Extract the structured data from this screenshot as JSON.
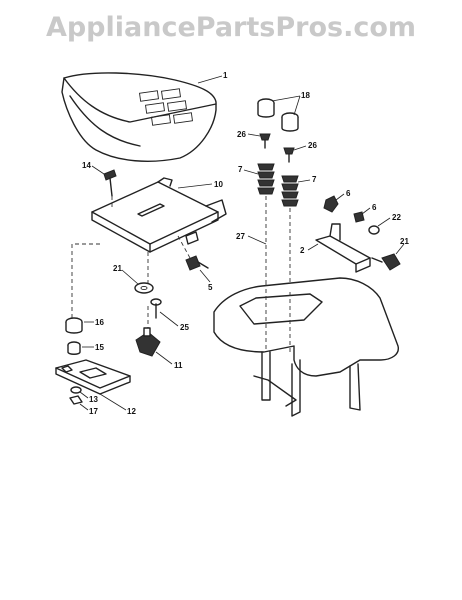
{
  "watermark": "AppliancePartsPros.com",
  "labels": {
    "p1": "1",
    "p18": "18",
    "p26a": "26",
    "p26b": "26",
    "p7a": "7",
    "p7b": "7",
    "p14": "14",
    "p10": "10",
    "p6a": "6",
    "p6b": "6",
    "p22": "22",
    "p27": "27",
    "p2": "2",
    "p21b": "21",
    "p21a": "21",
    "p5": "5",
    "p16": "16",
    "p25": "25",
    "p15": "15",
    "p11": "11",
    "p13": "13",
    "p17": "17",
    "p12": "12"
  }
}
